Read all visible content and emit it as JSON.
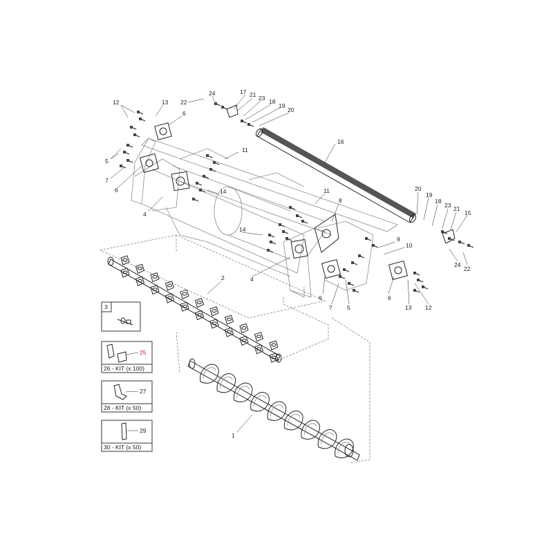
{
  "callouts": [
    {
      "id": "c12a",
      "text": "12"
    },
    {
      "id": "c13a",
      "text": "13"
    },
    {
      "id": "c6a",
      "text": "6"
    },
    {
      "id": "c22a",
      "text": "22"
    },
    {
      "id": "c24a",
      "text": "24"
    },
    {
      "id": "c17",
      "text": "17"
    },
    {
      "id": "c21a",
      "text": "21"
    },
    {
      "id": "c23a",
      "text": "23"
    },
    {
      "id": "c18a",
      "text": "18"
    },
    {
      "id": "c19a",
      "text": "19"
    },
    {
      "id": "c20a",
      "text": "20"
    },
    {
      "id": "c16",
      "text": "16"
    },
    {
      "id": "c11a",
      "text": "11"
    },
    {
      "id": "c5a",
      "text": "5"
    },
    {
      "id": "c7a",
      "text": "7"
    },
    {
      "id": "c6b",
      "text": "6"
    },
    {
      "id": "c14a",
      "text": "14"
    },
    {
      "id": "c4a",
      "text": "4"
    },
    {
      "id": "c11b",
      "text": "11"
    },
    {
      "id": "c8",
      "text": "8"
    },
    {
      "id": "c20b",
      "text": "20"
    },
    {
      "id": "c19b",
      "text": "19"
    },
    {
      "id": "c18b",
      "text": "18"
    },
    {
      "id": "c23b",
      "text": "23"
    },
    {
      "id": "c21b",
      "text": "21"
    },
    {
      "id": "c15",
      "text": "15"
    },
    {
      "id": "c14b",
      "text": "14"
    },
    {
      "id": "c9",
      "text": "9"
    },
    {
      "id": "c10",
      "text": "10"
    },
    {
      "id": "c24b",
      "text": "24"
    },
    {
      "id": "c22b",
      "text": "22"
    },
    {
      "id": "c4b",
      "text": "4"
    },
    {
      "id": "c2",
      "text": "2"
    },
    {
      "id": "c6c",
      "text": "6"
    },
    {
      "id": "c7b",
      "text": "7"
    },
    {
      "id": "c5b",
      "text": "5"
    },
    {
      "id": "c6d",
      "text": "6"
    },
    {
      "id": "c13b",
      "text": "13"
    },
    {
      "id": "c12b",
      "text": "12"
    },
    {
      "id": "c1",
      "text": "1"
    }
  ],
  "inset_boxes": {
    "box3": {
      "tag": "3"
    },
    "box26": {
      "part": "25",
      "kit": "26 - KIT (x 100)"
    },
    "box28": {
      "part": "27",
      "kit": "28 - KIT (x 50)"
    },
    "box30": {
      "part": "29",
      "kit": "30 - KIT (x 50)"
    }
  },
  "colors": {
    "line": "#222222",
    "highlight_label": "#d11f1f",
    "background": "#ffffff"
  }
}
